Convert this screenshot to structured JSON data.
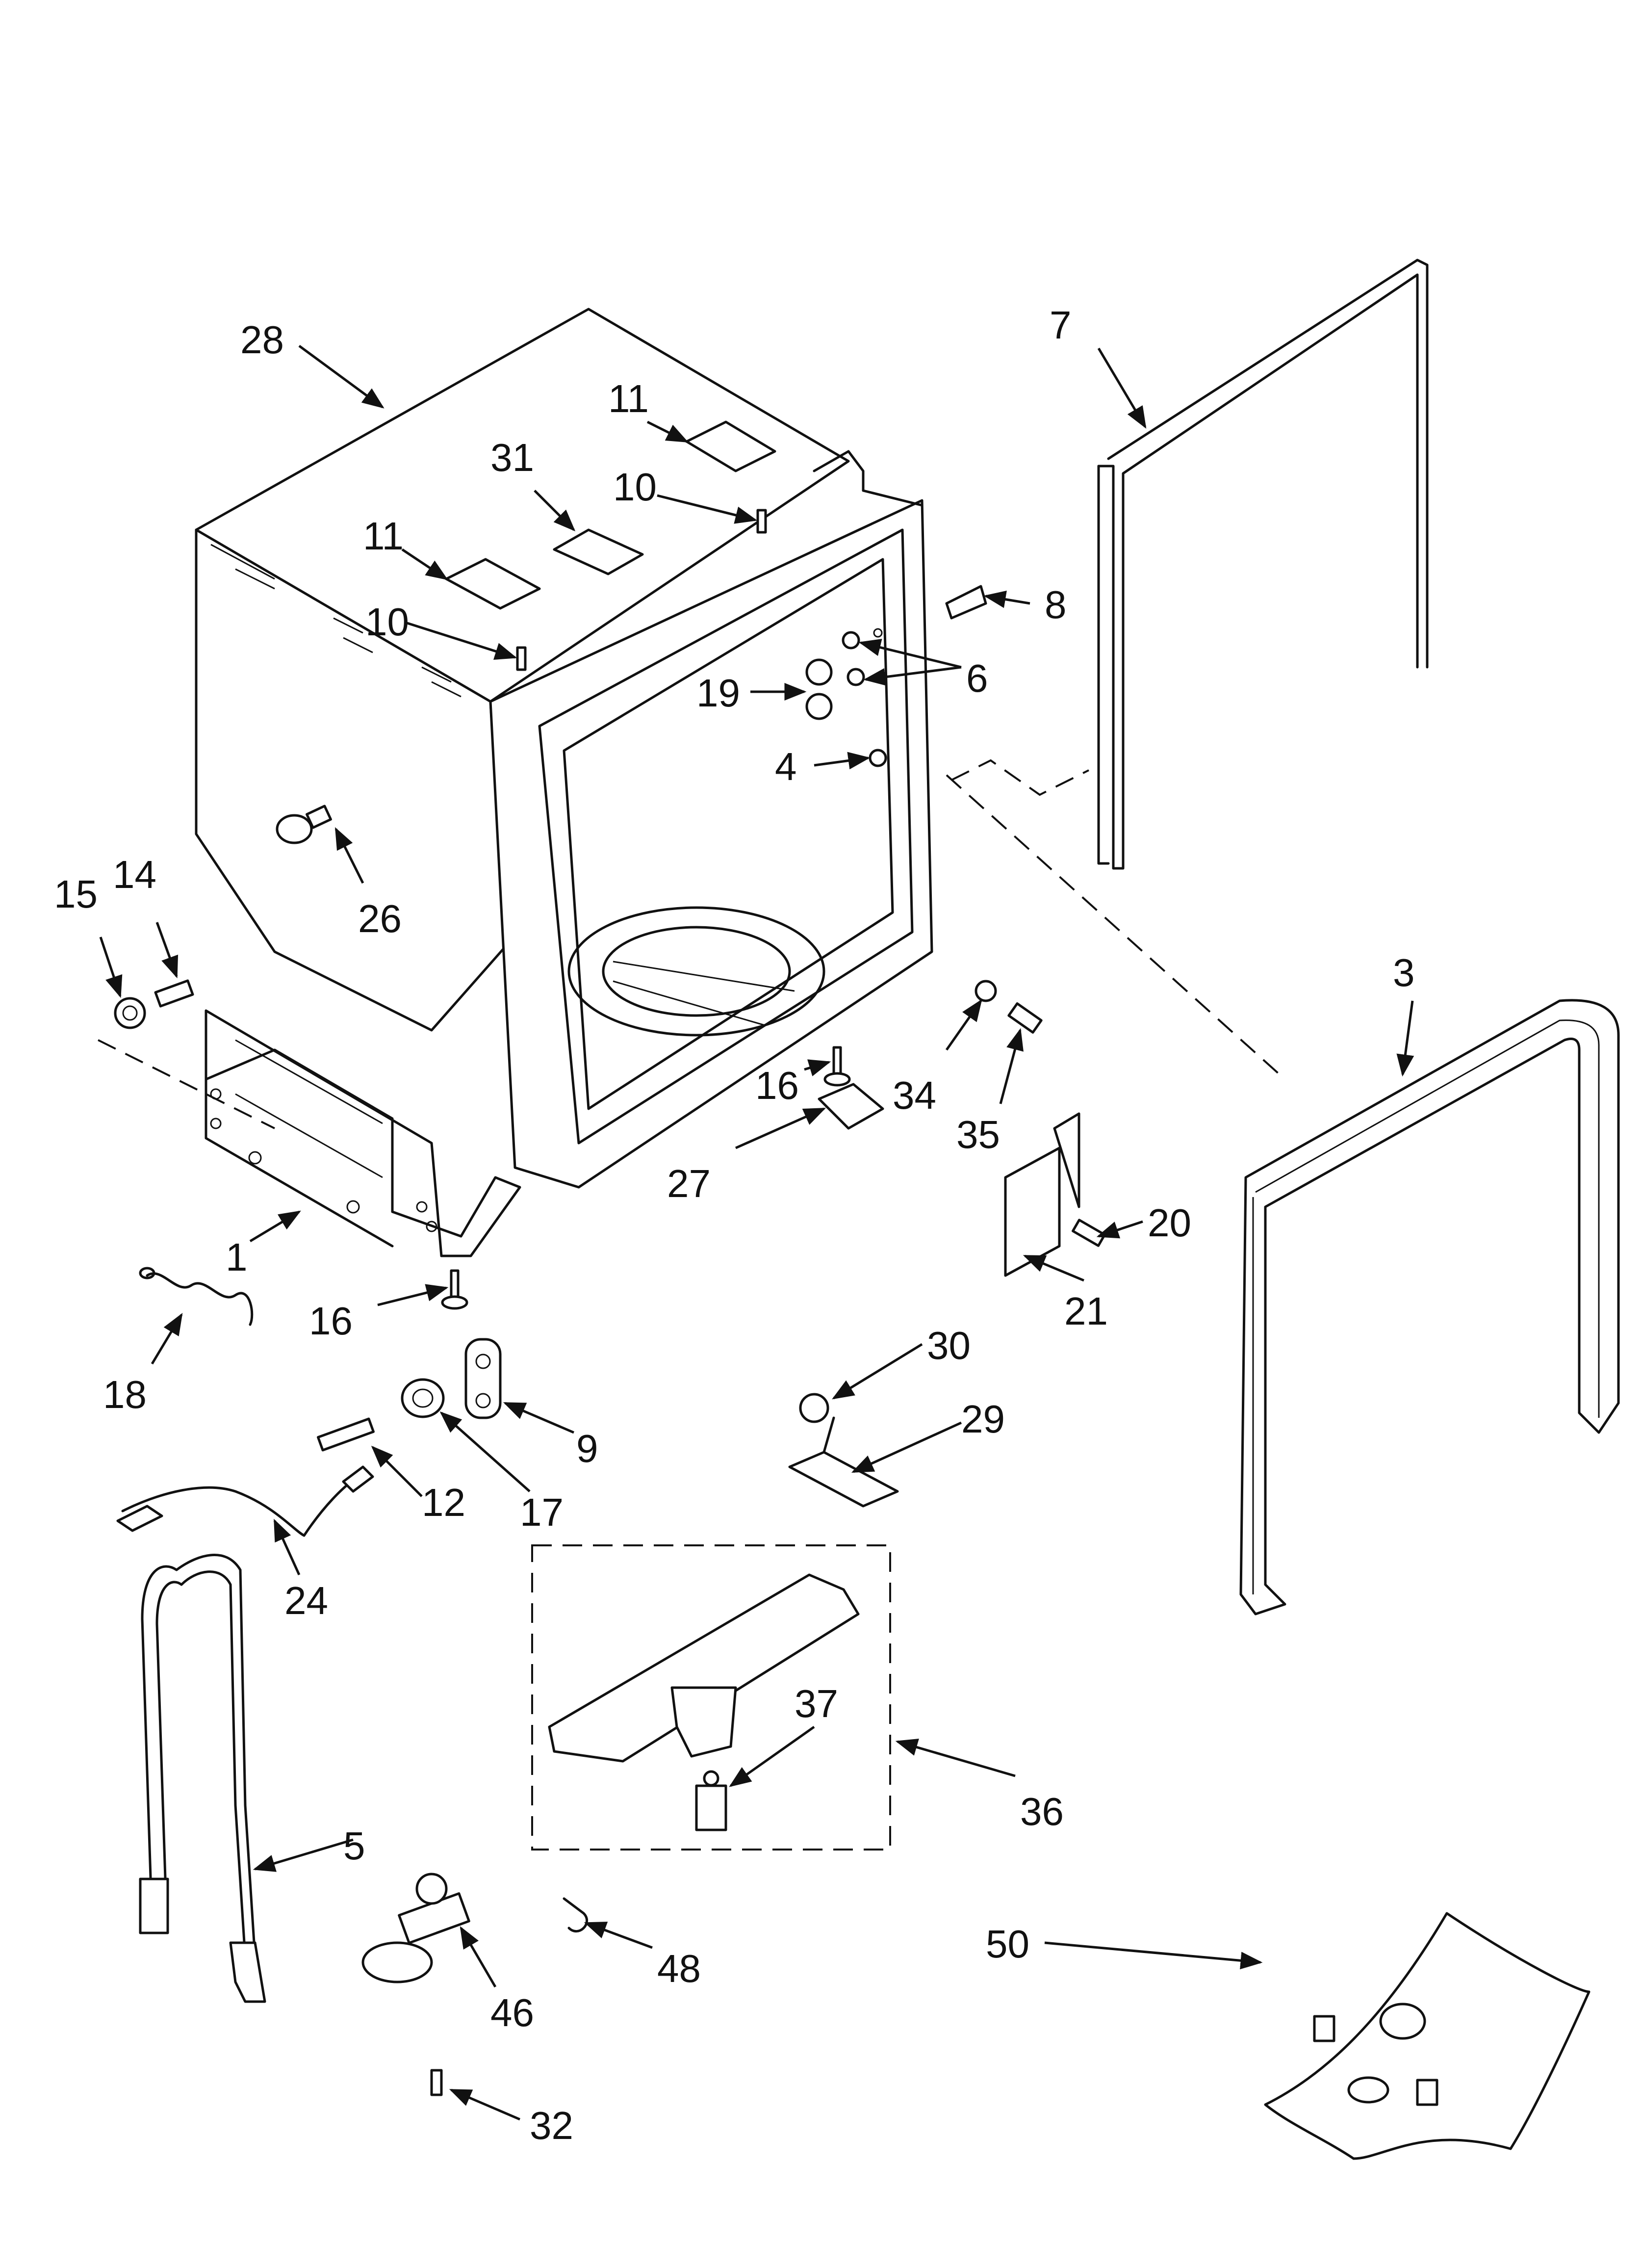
{
  "callouts": [
    "1",
    "3",
    "4",
    "5",
    "6",
    "7",
    "8",
    "9",
    "10",
    "11",
    "12",
    "14",
    "15",
    "16",
    "17",
    "18",
    "19",
    "20",
    "21",
    "24",
    "26",
    "27",
    "28",
    "29",
    "30",
    "31",
    "32",
    "34",
    "35",
    "36",
    "37",
    "46",
    "48",
    "50"
  ],
  "colors": {
    "ink": "#111111",
    "paper": "#ffffff"
  }
}
